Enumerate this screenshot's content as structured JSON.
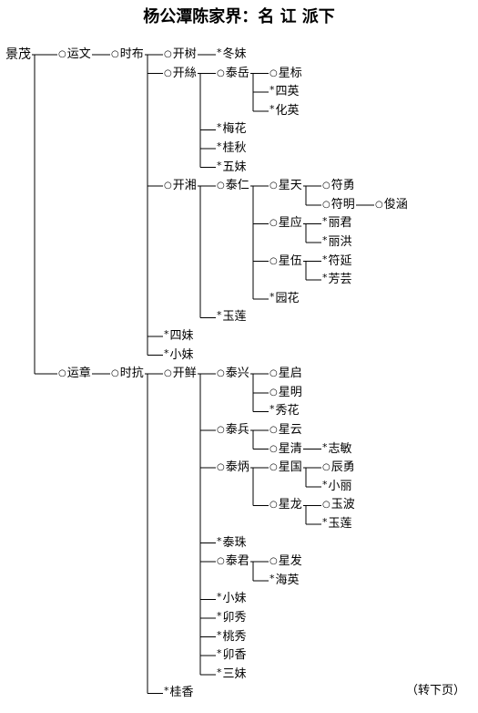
{
  "title": "杨公潭陈家界：名 讧 派下",
  "footer": "（转下页）",
  "tree": {
    "label": "景茂",
    "mark": "none",
    "children": [
      {
        "label": "运文",
        "mark": "alive",
        "children": [
          {
            "label": "时布",
            "mark": "alive",
            "children": [
              {
                "label": "开树",
                "mark": "alive",
                "children": [
                  {
                    "label": "冬妹",
                    "mark": "dead"
                  }
                ]
              },
              {
                "label": "开絲",
                "mark": "alive",
                "children": [
                  {
                    "label": "泰岳",
                    "mark": "alive",
                    "children": [
                      {
                        "label": "星标",
                        "mark": "alive"
                      },
                      {
                        "label": "四英",
                        "mark": "dead"
                      },
                      {
                        "label": "化英",
                        "mark": "dead"
                      }
                    ]
                  },
                  {
                    "label": "梅花",
                    "mark": "dead"
                  },
                  {
                    "label": "桂秋",
                    "mark": "dead"
                  },
                  {
                    "label": "五妹",
                    "mark": "dead"
                  }
                ]
              },
              {
                "label": "开湘",
                "mark": "alive",
                "children": [
                  {
                    "label": "泰仁",
                    "mark": "alive",
                    "children": [
                      {
                        "label": "星天",
                        "mark": "alive",
                        "children": [
                          {
                            "label": "符勇",
                            "mark": "alive"
                          },
                          {
                            "label": "符明",
                            "mark": "alive",
                            "children": [
                              {
                                "label": "俊涵",
                                "mark": "alive"
                              }
                            ]
                          }
                        ]
                      },
                      {
                        "label": "星应",
                        "mark": "alive",
                        "children": [
                          {
                            "label": "丽君",
                            "mark": "dead"
                          },
                          {
                            "label": "丽洪",
                            "mark": "dead"
                          }
                        ]
                      },
                      {
                        "label": "星伍",
                        "mark": "alive",
                        "children": [
                          {
                            "label": "符延",
                            "mark": "dead"
                          },
                          {
                            "label": "芳芸",
                            "mark": "dead"
                          }
                        ]
                      },
                      {
                        "label": "园花",
                        "mark": "dead"
                      }
                    ]
                  },
                  {
                    "label": "玉莲",
                    "mark": "dead"
                  }
                ]
              },
              {
                "label": "四妹",
                "mark": "dead"
              },
              {
                "label": "小妹",
                "mark": "dead"
              }
            ]
          }
        ]
      },
      {
        "label": "运章",
        "mark": "alive",
        "children": [
          {
            "label": "时抗",
            "mark": "alive",
            "children": [
              {
                "label": "开鲜",
                "mark": "alive",
                "children": [
                  {
                    "label": "泰兴",
                    "mark": "alive",
                    "children": [
                      {
                        "label": "星启",
                        "mark": "alive"
                      },
                      {
                        "label": "星明",
                        "mark": "alive"
                      },
                      {
                        "label": "秀花",
                        "mark": "dead"
                      }
                    ]
                  },
                  {
                    "label": "泰兵",
                    "mark": "alive",
                    "children": [
                      {
                        "label": "星云",
                        "mark": "alive"
                      },
                      {
                        "label": "星清",
                        "mark": "alive",
                        "children": [
                          {
                            "label": "志敏",
                            "mark": "dead"
                          }
                        ]
                      }
                    ]
                  },
                  {
                    "label": "泰炳",
                    "mark": "alive",
                    "children": [
                      {
                        "label": "星国",
                        "mark": "alive",
                        "children": [
                          {
                            "label": "辰勇",
                            "mark": "alive"
                          },
                          {
                            "label": "小丽",
                            "mark": "dead"
                          }
                        ]
                      },
                      {
                        "label": "星龙",
                        "mark": "alive",
                        "children": [
                          {
                            "label": "玉波",
                            "mark": "alive"
                          },
                          {
                            "label": "玉莲",
                            "mark": "dead"
                          }
                        ]
                      }
                    ]
                  },
                  {
                    "label": "泰珠",
                    "mark": "dead"
                  },
                  {
                    "label": "泰君",
                    "mark": "alive",
                    "children": [
                      {
                        "label": "星发",
                        "mark": "alive"
                      },
                      {
                        "label": "海英",
                        "mark": "dead"
                      }
                    ]
                  },
                  {
                    "label": "小妹",
                    "mark": "dead"
                  },
                  {
                    "label": "卯秀",
                    "mark": "dead"
                  },
                  {
                    "label": "桃秀",
                    "mark": "dead"
                  },
                  {
                    "label": "卯香",
                    "mark": "dead"
                  },
                  {
                    "label": "三妹",
                    "mark": "dead"
                  }
                ]
              },
              {
                "label": "桂香",
                "mark": "dead"
              }
            ]
          }
        ]
      }
    ]
  }
}
